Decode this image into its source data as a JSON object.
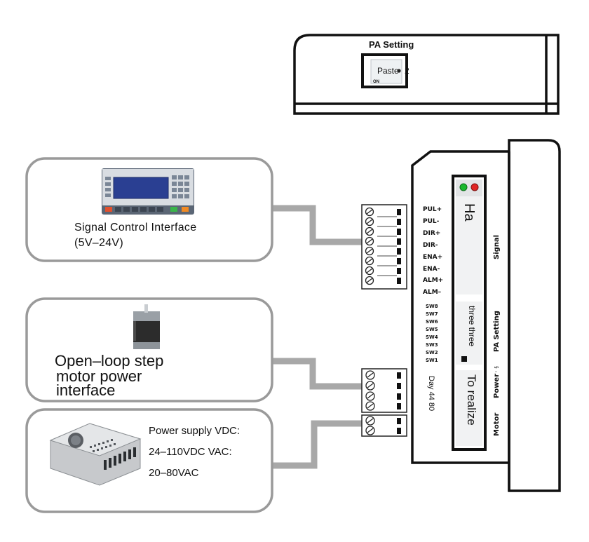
{
  "pa_panel": {
    "title": "PA Setting",
    "switch_label": "Paste",
    "switch_number": "2",
    "switch_on": "ON"
  },
  "signal_box": {
    "line1": "Signal Control Interface",
    "line2": "(5V–24V)"
  },
  "motor_box": {
    "line1": "Open–loop step",
    "line2": "motor power",
    "line3": "interface"
  },
  "power_box": {
    "line1": "Power supply VDC:",
    "line2": "24–110VDC VAC:",
    "line3": "20–80VAC"
  },
  "driver": {
    "signal_pins": [
      "PUL+",
      "PUL-",
      "DIR+",
      "DIR-",
      "ENA+",
      "ENA-",
      "ALM+",
      "ALM–"
    ],
    "dip_switches": [
      "SW8",
      "SW7",
      "SW6",
      "SW5",
      "SW4",
      "SW3",
      "SW2",
      "SW1"
    ],
    "label_day": "Day 44 80",
    "screen_top": "Ha",
    "screen_mid": "three three",
    "screen_bottom": "To realize",
    "side_signal": "Signal",
    "side_pa": "PA Setting",
    "side_power": "Power",
    "side_motor": "Motor",
    "side_power_symbol": "◦ §",
    "led_colors": [
      "#19b82e",
      "#e02424"
    ]
  },
  "colors": {
    "outline": "#111111",
    "callout_border": "#9a9a9a",
    "wire": "#a8a8a8"
  }
}
